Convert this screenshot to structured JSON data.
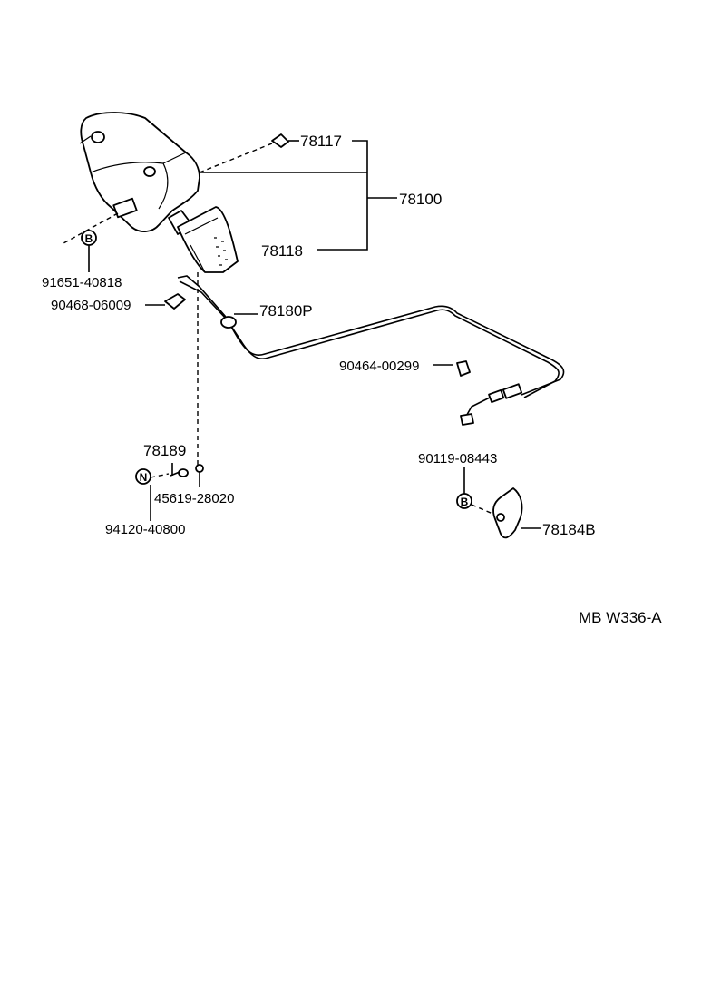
{
  "labels": {
    "p78117": "78117",
    "p78100": "78100",
    "p78118": "78118",
    "p91651": "91651-40818",
    "p90468": "90468-06009",
    "p78180P": "78180P",
    "p90464": "90464-00299",
    "p78189": "78189",
    "p45619": "45619-28020",
    "p94120": "94120-40800",
    "p90119": "90119-08443",
    "p78184B": "78184B"
  },
  "markers": {
    "b_left": "B",
    "n_left": "N",
    "b_right": "B"
  },
  "diagram_code": "MB W336-A"
}
